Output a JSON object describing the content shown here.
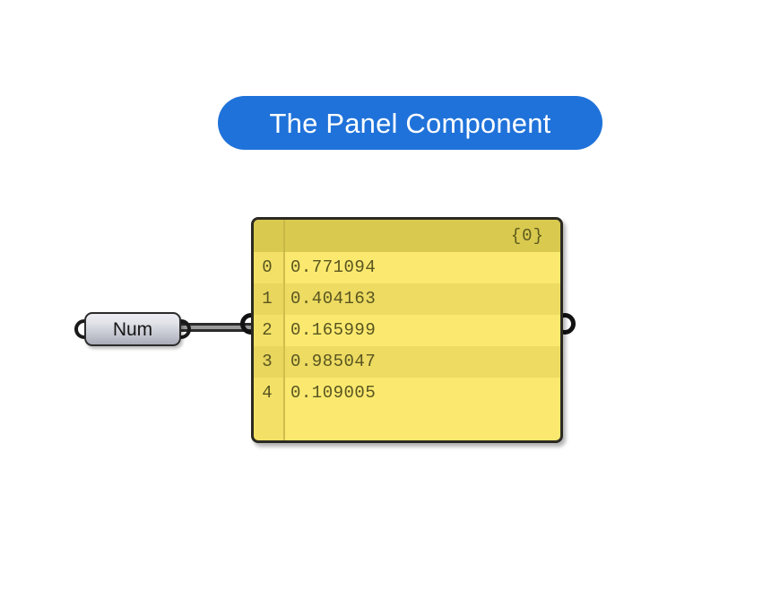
{
  "page": {
    "background_color": "#ffffff"
  },
  "title": {
    "label": "The Panel Component",
    "background_color": "#1f72d9",
    "text_color": "#ffffff"
  },
  "num_component": {
    "label": "Num",
    "input_port_icon": "circle-port-icon",
    "output_port_icon": "circle-port-icon"
  },
  "wire": {
    "icon": "connection-wire-icon"
  },
  "panel_component": {
    "header_label": "{0}",
    "header_color": "#d9ca4f",
    "body_color": "#fbe96f",
    "text_color": "#595520",
    "input_port_icon": "circle-port-icon",
    "output_port_icon": "circle-port-icon",
    "rows": [
      {
        "index": "0",
        "value": "0.771094"
      },
      {
        "index": "1",
        "value": "0.404163"
      },
      {
        "index": "2",
        "value": "0.165999"
      },
      {
        "index": "3",
        "value": "0.985047"
      },
      {
        "index": "4",
        "value": "0.109005"
      }
    ]
  }
}
